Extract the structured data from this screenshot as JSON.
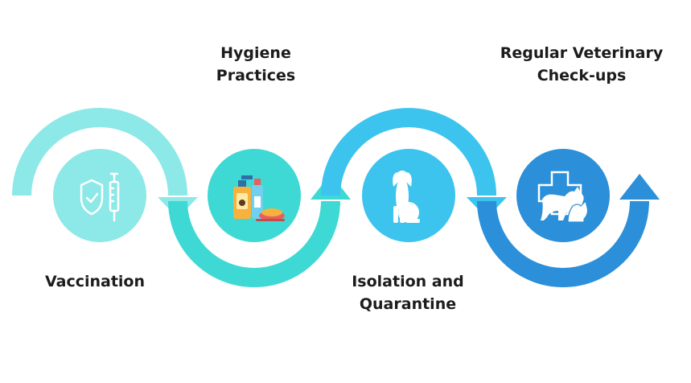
{
  "steps": [
    {
      "label_lines": [
        "Vaccination"
      ],
      "icon": "shield-syringe-icon",
      "color": "#8de8e8"
    },
    {
      "label_lines": [
        "Hygiene",
        "Practices"
      ],
      "icon": "pet-hygiene-products-icon",
      "color": "#3ed9d4"
    },
    {
      "label_lines": [
        "Isolation and",
        "Quarantine"
      ],
      "icon": "sitting-dog-icon",
      "color": "#3cc4ee"
    },
    {
      "label_lines": [
        "Regular Veterinary",
        "Check-ups"
      ],
      "icon": "vet-cross-pets-icon",
      "color": "#2b8fd9"
    }
  ],
  "colors": {
    "text": "#1c1c1c",
    "background": "#ffffff"
  }
}
